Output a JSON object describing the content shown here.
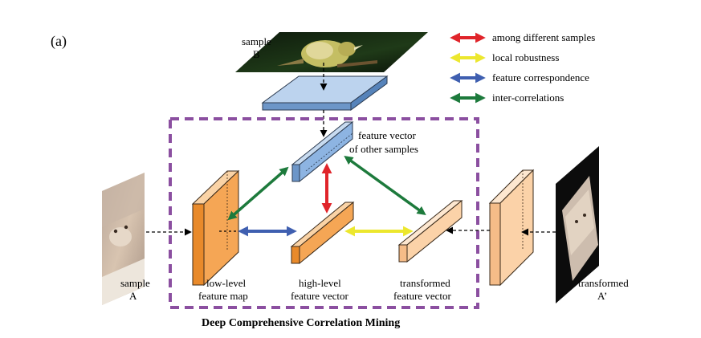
{
  "panel_label": "(a)",
  "title": "Deep Comprehensive Correlation Mining",
  "legend": [
    {
      "label": "among different samples",
      "color": "#e0242a"
    },
    {
      "label": "local robustness",
      "color": "#ece72e"
    },
    {
      "label": "feature correspondence",
      "color": "#3f5fb0"
    },
    {
      "label": "inter-correlations",
      "color": "#1d7a3c"
    }
  ],
  "labels": {
    "sample_b": [
      "sample",
      "B"
    ],
    "feature_vector_other": [
      "feature vector",
      "of other samples"
    ],
    "sample_a": [
      "sample",
      "A"
    ],
    "low_level": [
      "low-level",
      "feature map"
    ],
    "high_level": [
      "high-level",
      "feature vector"
    ],
    "transformed_vec": [
      "transformed",
      "feature vector"
    ],
    "transformed_a": [
      "transformed",
      "A’"
    ]
  },
  "images": {
    "sample_b": "bird-photo",
    "sample_a": "cat-photo",
    "transformed_a": "rotated-cat-photo"
  },
  "colors": {
    "blue_block": "#8db4e2",
    "orange_block": "#f5a655",
    "light_orange_block": "#fbd2a8",
    "frame_dashed": "#8b4fa0",
    "dashed_arrow": "#000000"
  }
}
